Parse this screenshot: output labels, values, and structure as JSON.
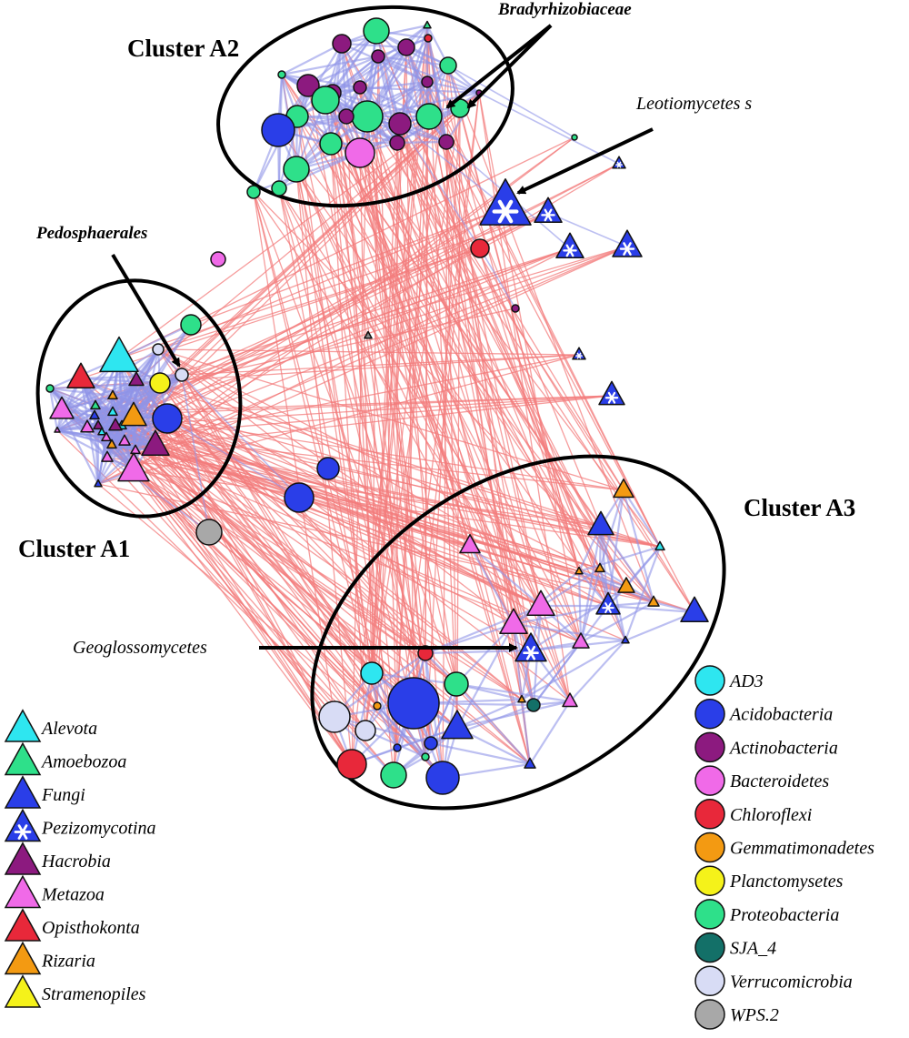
{
  "colors": {
    "positive_edge": "#8f94e8",
    "negative_edge": "#f37c7c",
    "cluster_outline": "#000000",
    "pezizo_star": "#ffffff"
  },
  "clusters": [
    {
      "id": "A1",
      "label": "Cluster A1"
    },
    {
      "id": "A2",
      "label": "Cluster A2"
    },
    {
      "id": "A3",
      "label": "Cluster A3"
    }
  ],
  "annotations": {
    "bradyrhizobiaceae": "Bradyrhizobiaceae",
    "leotiomycetes": "Leotiomycetes s",
    "pedosphaerales": "Pedosphaerales",
    "geoglossomycetes": "Geoglossomycetes"
  },
  "legend_eukaryotes": [
    {
      "label": "Alevota",
      "color": "#2ee6f0",
      "icon": "triangle"
    },
    {
      "label": "Amoebozoa",
      "color": "#2ee08a",
      "icon": "triangle"
    },
    {
      "label": "Fungi",
      "color": "#2a3ee8",
      "icon": "triangle"
    },
    {
      "label": "Pezizomycotina",
      "color": "#2a3ee8",
      "icon": "triangle-star"
    },
    {
      "label": "Hacrobia",
      "color": "#8c1a7f",
      "icon": "triangle"
    },
    {
      "label": "Metazoa",
      "color": "#f06ae8",
      "icon": "triangle"
    },
    {
      "label": "Opisthokonta",
      "color": "#e8283a",
      "icon": "triangle"
    },
    {
      "label": "Rizaria",
      "color": "#f39a12",
      "icon": "triangle"
    },
    {
      "label": "Stramenopiles",
      "color": "#f5f21a",
      "icon": "triangle"
    }
  ],
  "legend_bacteria": [
    {
      "label": "AD3",
      "color": "#2ee6f0",
      "icon": "circle"
    },
    {
      "label": "Acidobacteria",
      "color": "#2a3ee8",
      "icon": "circle"
    },
    {
      "label": "Actinobacteria",
      "color": "#8c1a7f",
      "icon": "circle"
    },
    {
      "label": "Bacteroidetes",
      "color": "#f06ae8",
      "icon": "circle"
    },
    {
      "label": "Chloroflexi",
      "color": "#e8283a",
      "icon": "circle"
    },
    {
      "label": "Gemmatimonadetes",
      "color": "#f39a12",
      "icon": "circle"
    },
    {
      "label": "Planctomysetes",
      "color": "#f5f21a",
      "icon": "circle"
    },
    {
      "label": "Proteobacteria",
      "color": "#2ee08a",
      "icon": "circle"
    },
    {
      "label": "SJA_4",
      "color": "#137068",
      "icon": "circle"
    },
    {
      "label": "Verrucomicrobia",
      "color": "#d8dcf5",
      "icon": "circle"
    },
    {
      "label": "WPS.2",
      "color": "#a8a8a8",
      "icon": "circle"
    }
  ]
}
